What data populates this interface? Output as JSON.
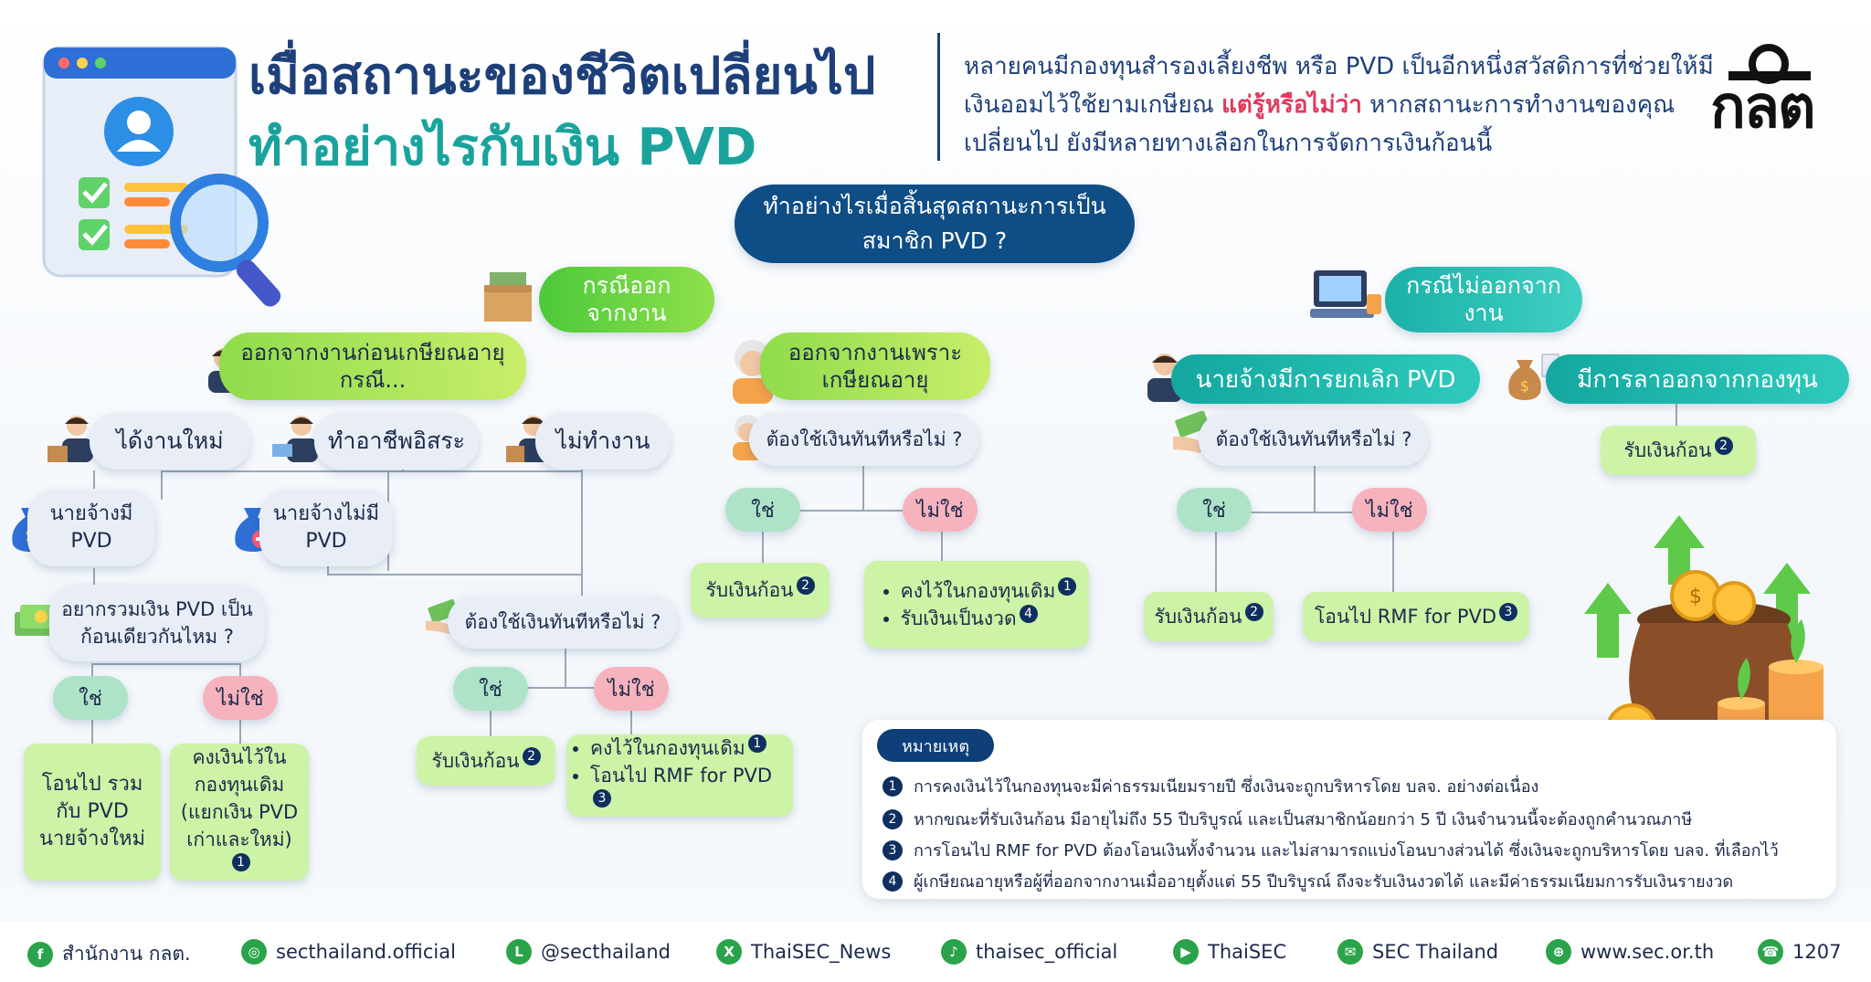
{
  "header": {
    "title_line1": "เมื่อสถานะของชีวิตเปลี่ยนไป",
    "title_line2": "ทำอย่างไรกับเงิน PVD",
    "intro_part1": "หลายคนมีกองทุนสำรองเลี้ยงชีพ หรือ PVD เป็นอีกหนึ่งสวัสดิการที่ช่วยให้มีเงินออมไว้ใช้ยามเกษียณ ",
    "intro_highlight": "แต่รู้หรือไม่ว่า",
    "intro_part2": " หากสถานะการทำงานของคุณเปลี่ยนไป ยังมีหลายทางเลือกในการจัดการเงินก้อนนี้",
    "logo_text": "กลต"
  },
  "center_question": "ทำอย่างไรเมื่อสิ้นสุดสถานะการเป็นสมาชิก PVD ?",
  "left": {
    "case_label": "กรณีออกจากงาน",
    "before_retire": "ออกจากงานก่อนเกษียณอายุ กรณี...",
    "new_job": "ได้งานใหม่",
    "freelance": "ทำอาชีพอิสระ",
    "no_work": "ไม่ทำงาน",
    "employer_has": "นายจ้างมี PVD",
    "employer_no": "นายจ้างไม่มี PVD",
    "merge_question": "อยากรวมเงิน PVD เป็นก้อนเดียวกันไหม ?",
    "yes": "ใช่",
    "no": "ไม่ใช่",
    "merge_yes_result": "โอนไป รวมกับ PVD นายจ้างใหม่",
    "merge_no_result": "คงเงินไว้ในกองทุนเดิม (แยกเงิน PVD เก่าและใหม่)",
    "merge_no_note": "1",
    "need_cash_q": "ต้องใช้เงินทันทีหรือไม่ ?",
    "lump_sum": "รับเงินก้อน",
    "lump_note": "2",
    "keep_in_fund": "คงไว้ในกองทุนเดิม",
    "keep_note": "1",
    "transfer_rmf": "โอนไป RMF for PVD",
    "rmf_note": "3"
  },
  "mid": {
    "retire": "ออกจากงานเพราะเกษียณอายุ",
    "need_cash_q": "ต้องใช้เงินทันทีหรือไม่ ?",
    "yes": "ใช่",
    "no": "ไม่ใช่",
    "lump_sum": "รับเงินก้อน",
    "lump_note": "2",
    "keep_in_fund": "คงไว้ในกองทุนเดิม",
    "keep_note": "1",
    "installment": "รับเงินเป็นงวด",
    "installment_note": "4"
  },
  "right": {
    "case_label": "กรณีไม่ออกจากงาน",
    "employer_cancel": "นายจ้างมีการยกเลิก PVD",
    "leave_fund": "มีการลาออกจากกองทุน",
    "need_cash_q": "ต้องใช้เงินทันทีหรือไม่ ?",
    "yes": "ใช่",
    "no": "ไม่ใช่",
    "lump_sum": "รับเงินก้อน",
    "lump_note": "2",
    "transfer_rmf": "โอนไป RMF for PVD",
    "rmf_note": "3",
    "leave_lump": "รับเงินก้อน",
    "leave_lump_note": "2"
  },
  "notes": {
    "header": "หมายเหตุ",
    "items": [
      {
        "num": "1",
        "text": "การคงเงินไว้ในกองทุนจะมีค่าธรรมเนียมรายปี ซึ่งเงินจะถูกบริหารโดย บลจ. อย่างต่อเนื่อง"
      },
      {
        "num": "2",
        "text": "หากขณะที่รับเงินก้อน มีอายุไม่ถึง 55 ปีบริบูรณ์ และเป็นสมาชิกน้อยกว่า 5 ปี เงินจำนวนนี้จะต้องถูกคำนวณภาษี"
      },
      {
        "num": "3",
        "text": "การโอนไป RMF for PVD ต้องโอนเงินทั้งจำนวน และไม่สามารถแบ่งโอนบางส่วนได้ ซึ่งเงินจะถูกบริหารโดย บลจ. ที่เลือกไว้"
      },
      {
        "num": "4",
        "text": "ผู้เกษียณอายุหรือผู้ที่ออกจากงานเมื่ออายุตั้งแต่ 55 ปีบริบูรณ์ ถึงจะรับเงินงวดได้ และมีค่าธรรมเนียมการรับเงินรายงวด"
      }
    ]
  },
  "footer": [
    {
      "icon": "facebook-icon",
      "glyph": "f",
      "label": "สำนักงาน กลต."
    },
    {
      "icon": "instagram-icon",
      "glyph": "◎",
      "label": "secthailand.official"
    },
    {
      "icon": "line-icon",
      "glyph": "L",
      "label": "@secthailand"
    },
    {
      "icon": "x-icon",
      "glyph": "X",
      "label": "ThaiSEC_News"
    },
    {
      "icon": "tiktok-icon",
      "glyph": "♪",
      "label": "thaisec_official"
    },
    {
      "icon": "youtube-icon",
      "glyph": "▶",
      "label": "ThaiSEC"
    },
    {
      "icon": "chat-icon",
      "glyph": "✉",
      "label": "SEC Thailand"
    },
    {
      "icon": "globe-icon",
      "glyph": "⊕",
      "label": "www.sec.or.th"
    },
    {
      "icon": "phone-icon",
      "glyph": "☎",
      "label": "1207"
    }
  ],
  "colors": {
    "navy": "#0e4d86",
    "teal": "#1aa39c",
    "green": "#4cc93a",
    "highlight": "#e03a5c"
  }
}
